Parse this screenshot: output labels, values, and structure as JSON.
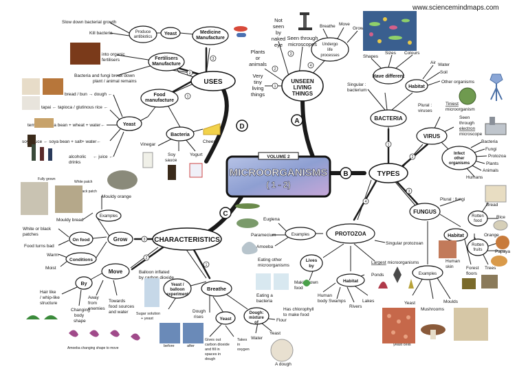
{
  "site_url": "www.sciencemindmaps.com",
  "center": {
    "volume": "VOLUME 2",
    "title": "MICROORGANISMS",
    "subtitle": "( 1 - 2)"
  },
  "branches": {
    "a": {
      "letter": "A",
      "label": "UNSEEN LIVING THINGS"
    },
    "b": {
      "letter": "B",
      "label": "TYPES"
    },
    "c": {
      "letter": "C",
      "label": "CHARACTERISTICS"
    },
    "d": {
      "letter": "D",
      "label": "USES"
    }
  },
  "unseen": {
    "not_seen": "Not seen by naked eye",
    "plants": "Plants or animals",
    "very_tiny": "Very tiny living things",
    "seen_through": "Seen through microscopes",
    "undergo": "Undergo life processes",
    "breathe": "Breathe",
    "move": "Move",
    "grow": "Grow"
  },
  "types": {
    "bacteria": {
      "label": "BACTERIA",
      "singular": "Singular : bacterium",
      "have_different": "Have different",
      "shapes": "Shapes",
      "sizes": "Sizes",
      "colours": "Colours",
      "habitat": "Habitat",
      "air": "Air",
      "water": "Water",
      "soil": "Soil",
      "other_organisms": "Other organisms"
    },
    "virus": {
      "label": "VIRUS",
      "plural": "Plural : viruses",
      "tiniest": "Tiniest microorganism",
      "seen_through": "Seen through electron microscope",
      "infect": "Infect other organisms",
      "targets": [
        "Bacteria",
        "Fungi",
        "Protozoa",
        "Plants",
        "Animals",
        "Humans"
      ]
    },
    "fungus": {
      "label": "FUNGUS",
      "plural": "Plural : fungi",
      "habitat": "Habitat",
      "rotten_food": "Rotten food",
      "bread": "Bread",
      "rice": "Rice",
      "rotten_fruits": "Rotten fruits",
      "orange": "Orange",
      "papaya": "Papaya",
      "human_skin": "Human skin",
      "forest_floors": "Forest floors",
      "trees": "Trees",
      "examples": "Examples",
      "yeast": "Yeast",
      "mushrooms": "Mushrooms",
      "moulds": "Moulds",
      "yeast_cells": "yeast cells"
    },
    "protozoa": {
      "label": "PROTOZOA",
      "singular": "Singular protozoan",
      "examples": "Examples",
      "euglena": "Euglena",
      "paramecium": "Paramecium",
      "amoeba": "Amoeba",
      "largest": "Largest microorganisms",
      "habitat": "Habitat",
      "ponds": "Ponds",
      "lakes": "Lakes",
      "rivers": "Rivers",
      "swamps": "Swamps",
      "human_body": "Human body",
      "lives_by": "Lives by",
      "eating_other": "Eating other microorganisms",
      "eating_a": "Eating a bacteria",
      "making_own": "Making own food",
      "chlorophyll": "Has chlorophyll to make food"
    }
  },
  "uses": {
    "medicine": "Medicine Manufacture",
    "produce_antibiotics": "Produce antibiotics",
    "yeast": "Yeast",
    "slow_down": "Slow down bacterial growth",
    "kill_bacteria": "Kill bacteria",
    "fertilisers": "Fertilisers Manufacture",
    "into_organic": "into organic fertilisers",
    "break_down": "Bacteria and fungi break down plant / animal remains",
    "food": "Food manufacture",
    "yeast2": "Yeast",
    "bread": "bread / bun",
    "dough": "dough",
    "tapai": "tapai",
    "tapioca": "tapioca / glutinous rice",
    "tempe": "tempe",
    "soya_wheat_water": "soya bean + wheat + water",
    "soy_sauce": "soy sauce",
    "soya_salt_water": "soya bean + salt+ water",
    "alcoholic": "alcoholic drinks",
    "juice": "juice",
    "bacteria": "Bacteria",
    "vinegar": "Vinegar",
    "soy_sauce2": "Soy sauce",
    "yogurt": "Yogurt",
    "cheese": "Cheese"
  },
  "characteristics": {
    "grow": "Grow",
    "examples": "Examples",
    "mouldy_orange": "Mouldy orange",
    "mouldy_bread": "Mouldy bread",
    "fully_grown": "Fully grown",
    "white_patch": "White patch",
    "black_patch": "Black patch",
    "on_food": "On food",
    "white_black": "White or black patches",
    "food_turns_bad": "Food turns bad",
    "conditions": "Conditions",
    "warm": "Warm",
    "moist": "Moist",
    "move": "Move",
    "by": "By",
    "hair_like": "Hair like / whip-like structure",
    "changing": "Changing body shape",
    "away": "Away from enemies",
    "towards": "Towards food sources and water",
    "amoeba_caption": "Amoeba changing shape to move",
    "breathe": "Breathe",
    "balloon_inflated": "Balloon inflated by carbon dioxide",
    "yeast_balloon": "Yeast / balloon experiment",
    "sugar": "Sugar solution + yeast",
    "yeast": "Yeast",
    "gives_out": "Gives out carbon dioxide and fill in spaces in dough",
    "takes_in": "Takes in oxygen",
    "dough_rises": "Dough rises",
    "before": "before",
    "after": "after",
    "dough_mixture": "Dough: mixture of",
    "flour": "Flour",
    "water": "Water",
    "yeast3": "Yeast",
    "a_dough": "A dough"
  },
  "colors": {
    "line": "#1a1a1a",
    "center_fill": "#7f92c8",
    "center_border": "#111111",
    "photo_brown": "#8a5a2b",
    "photo_green": "#5f7f3a",
    "photo_blue": "#4a6fa5"
  }
}
